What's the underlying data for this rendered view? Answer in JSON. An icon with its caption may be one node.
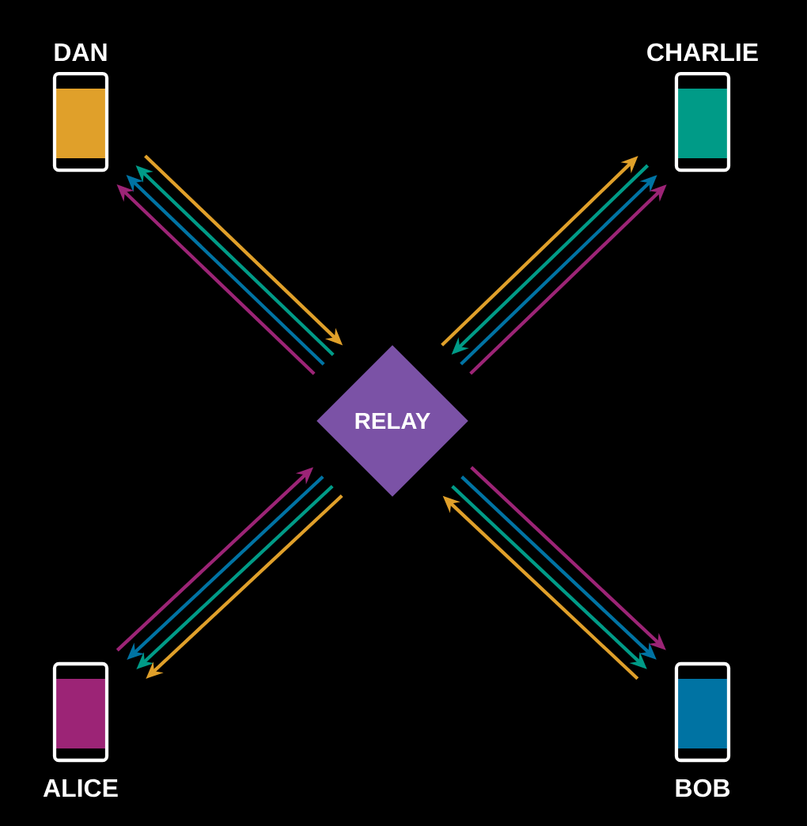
{
  "diagram": {
    "nodes": [
      {
        "text": [
          "DAN"
        ]
      },
      {
        "text": [
          "CHARLIE"
        ]
      },
      {
        "text": [
          "RELAY"
        ]
      },
      {
        "text": [
          "ALICE"
        ]
      },
      {
        "text": [
          "BOB"
        ]
      }
    ],
    "edges": [
      {
        "from": 0,
        "to": 2,
        "arrow": "to",
        "color": "#e0a02a"
      },
      {
        "from": 2,
        "to": 0,
        "arrow": "to",
        "color": "#009b87"
      },
      {
        "from": 2,
        "to": 0,
        "arrow": "to",
        "color": "#0073a3"
      },
      {
        "from": 2,
        "to": 0,
        "arrow": "to",
        "color": "#9c2476"
      },
      {
        "from": 2,
        "to": 1,
        "arrow": "to",
        "color": "#e0a02a"
      },
      {
        "from": 1,
        "to": 2,
        "arrow": "to",
        "color": "#009b87"
      },
      {
        "from": 2,
        "to": 1,
        "arrow": "to",
        "color": "#0073a3"
      },
      {
        "from": 2,
        "to": 1,
        "arrow": "to",
        "color": "#9c2476"
      },
      {
        "from": 3,
        "to": 2,
        "arrow": "to",
        "color": "#9c2476"
      },
      {
        "from": 2,
        "to": 3,
        "arrow": "to",
        "color": "#0073a3"
      },
      {
        "from": 2,
        "to": 3,
        "arrow": "to",
        "color": "#009b87"
      },
      {
        "from": 2,
        "to": 3,
        "arrow": "to",
        "color": "#e0a02a"
      },
      {
        "from": 2,
        "to": 4,
        "arrow": "to",
        "color": "#9c2476"
      },
      {
        "from": 2,
        "to": 4,
        "arrow": "to",
        "color": "#0073a3"
      },
      {
        "from": 2,
        "to": 4,
        "arrow": "to",
        "color": "#009b87"
      },
      {
        "from": 4,
        "to": 2,
        "arrow": "to",
        "color": "#e0a02a"
      }
    ]
  }
}
